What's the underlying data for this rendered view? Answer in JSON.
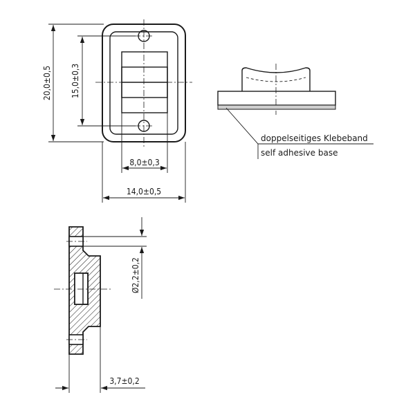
{
  "dimensions": {
    "height_total": "20,0±0,5",
    "height_holes": "15,0±0,3",
    "width_inner": "8,0±0,3",
    "width_total": "14,0±0,5",
    "hole_diameter": "Ø2,2±0,2",
    "depth": "3,7±0,2"
  },
  "labels": {
    "adhesive_de": "doppelseitiges Klebeband",
    "adhesive_en": "self adhesive base"
  }
}
